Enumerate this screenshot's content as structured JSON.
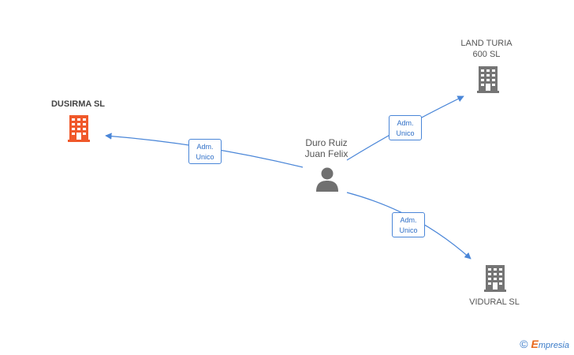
{
  "center": {
    "name_line1": "Duro Ruiz",
    "name_line2": "Juan Felix",
    "icon": "person-icon"
  },
  "companies": [
    {
      "id": "dusirma",
      "name_line1": "DUSIRMA SL",
      "name_line2": "",
      "color": "#f0582a",
      "focus": true
    },
    {
      "id": "land-turia",
      "name_line1": "LAND TURIA",
      "name_line2": "600 SL",
      "color": "#757575",
      "focus": false
    },
    {
      "id": "vidural",
      "name_line1": "VIDURAL SL",
      "name_line2": "",
      "color": "#757575",
      "focus": false
    }
  ],
  "relations": [
    {
      "to": "dusirma",
      "line1": "Adm.",
      "line2": "Unico"
    },
    {
      "to": "land-turia",
      "line1": "Adm.",
      "line2": "Unico"
    },
    {
      "to": "vidural",
      "line1": "Adm.",
      "line2": "Unico"
    }
  ],
  "colors": {
    "edge": "#4a86d8",
    "person": "#707070",
    "building_default": "#757575",
    "building_focus": "#f0582a"
  },
  "footer": {
    "copyright_symbol": "©",
    "brand_initial": "E",
    "brand_rest": "mpresia"
  }
}
